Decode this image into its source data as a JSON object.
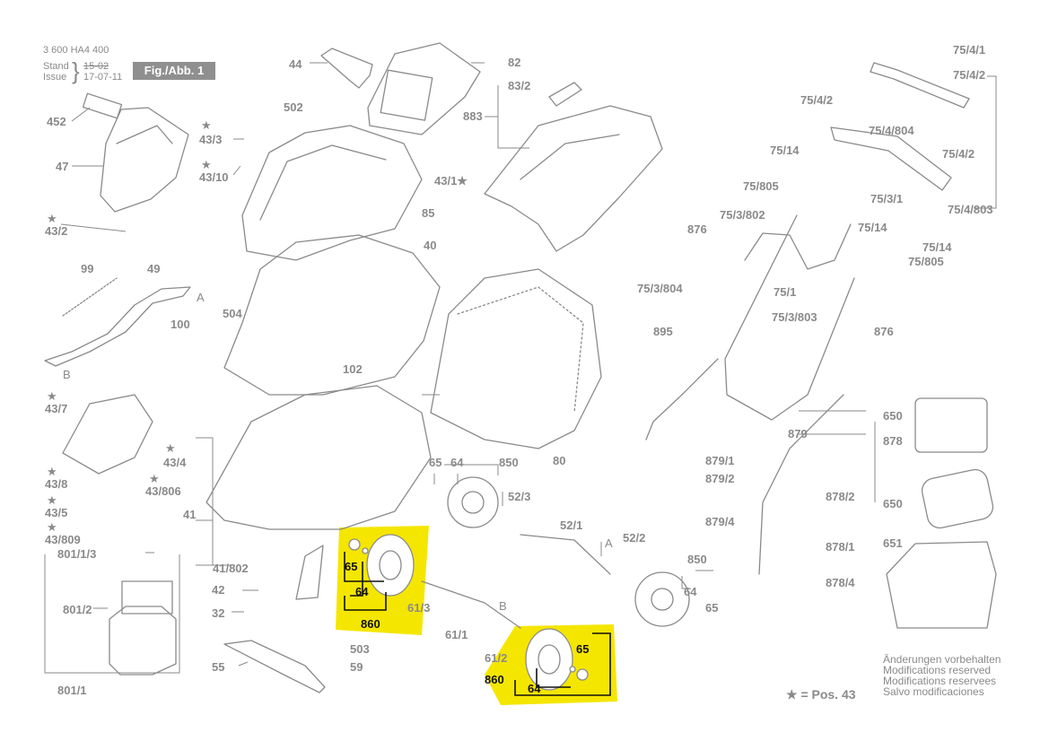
{
  "header": {
    "doc_number": "3 600 HA4 400",
    "stand_label": "Stand",
    "issue_label": "Issue",
    "stand_date_struck": "15-02",
    "issue_date": "17-07-11",
    "fig_label": "Fig./Abb. 1"
  },
  "footnote": {
    "lines": [
      "Änderungen vorbehalten",
      "Modifications reserved",
      "Modifications reservees",
      "Salvo modificaciones"
    ],
    "star_legend": "★ = Pos. 43"
  },
  "highlight_color": "#f5e600",
  "labels": {
    "l_452": "452",
    "l_47": "47",
    "l_43_3": "43/3",
    "l_43_10": "43/10",
    "l_43_2": "43/2",
    "l_99": "99",
    "l_49": "49",
    "l_A1": "A",
    "l_100": "100",
    "l_B1": "B",
    "l_43_7": "43/7",
    "l_43_4": "43/4",
    "l_43_8": "43/8",
    "l_43_806": "43/806",
    "l_43_5": "43/5",
    "l_43_809": "43/809",
    "l_41": "41",
    "l_41_802": "41/802",
    "l_801_1_3": "801/1/3",
    "l_801_2": "801/2",
    "l_801_1": "801/1",
    "l_42": "42",
    "l_32": "32",
    "l_503": "503",
    "l_59": "59",
    "l_55": "55",
    "l_44": "44",
    "l_502": "502",
    "l_43_1": "43/1★",
    "l_85": "85",
    "l_504": "504",
    "l_40": "40",
    "l_102": "102",
    "l_82": "82",
    "l_83_2": "83/2",
    "l_883": "883",
    "l_80": "80",
    "l_65a": "65",
    "l_64a": "64",
    "l_850a": "850",
    "l_52_3": "52/3",
    "l_52_1": "52/1",
    "l_A2": "A",
    "l_52_2": "52/2",
    "l_61_3": "61/3",
    "l_61_1": "61/1",
    "l_B2": "B",
    "l_61_2": "61/2",
    "l_850b": "850",
    "l_64b": "64",
    "l_65b": "65",
    "h1_65": "65",
    "h1_64": "64",
    "h1_860": "860",
    "h2_65": "65",
    "h2_860": "860",
    "h2_64": "64",
    "l_75_4_1": "75/4/1",
    "l_75_4_2a": "75/4/2",
    "l_75_4_2b": "75/4/2",
    "l_75_4_804": "75/4/804",
    "l_75_14a": "75/14",
    "l_75_4_2c": "75/4/2",
    "l_75_805a": "75/805",
    "l_75_3_1": "75/3/1",
    "l_75_4_803": "75/4/803",
    "l_75_3_802": "75/3/802",
    "l_75_14b": "75/14",
    "l_876a": "876",
    "l_75_14c": "75/14",
    "l_75_805b": "75/805",
    "l_75_3_804": "75/3/804",
    "l_75_1": "75/1",
    "l_75_3_803": "75/3/803",
    "l_895": "895",
    "l_876b": "876",
    "l_879": "879",
    "l_878": "878",
    "l_879_1": "879/1",
    "l_879_2": "879/2",
    "l_879_4": "879/4",
    "l_878_2": "878/2",
    "l_878_1": "878/1",
    "l_878_4": "878/4",
    "l_650a": "650",
    "l_650b": "650",
    "l_651": "651",
    "star": "★"
  }
}
